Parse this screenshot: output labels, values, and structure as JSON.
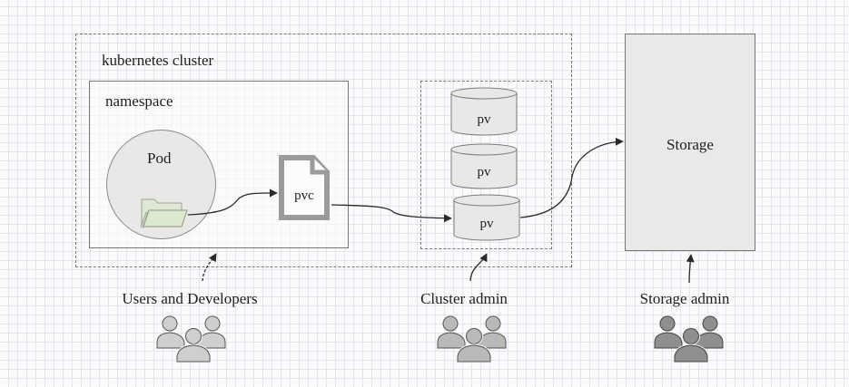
{
  "diagram": {
    "cluster_label": "kubernetes cluster",
    "namespace_label": "namespace",
    "pod_label": "Pod",
    "pvc_label": "pvc",
    "pv_labels": [
      "pv",
      "pv",
      "pv"
    ],
    "storage_label": "Storage",
    "roles": [
      {
        "label": "Users and Developers",
        "icon": "users-group-icon",
        "color": "#cfcfce"
      },
      {
        "label": "Cluster admin",
        "icon": "users-group-icon",
        "color": "#b9b9b8"
      },
      {
        "label": "Storage admin",
        "icon": "users-group-icon",
        "color": "#8f8f8e"
      }
    ],
    "connections": [
      {
        "from": "pod-folder",
        "to": "pvc"
      },
      {
        "from": "pvc",
        "to": "pv-3"
      },
      {
        "from": "pv-3",
        "to": "storage"
      },
      {
        "from": "users-and-developers",
        "to": "namespace",
        "style": "dashed"
      },
      {
        "from": "cluster-admin",
        "to": "pv-group"
      },
      {
        "from": "storage-admin",
        "to": "storage"
      }
    ]
  }
}
